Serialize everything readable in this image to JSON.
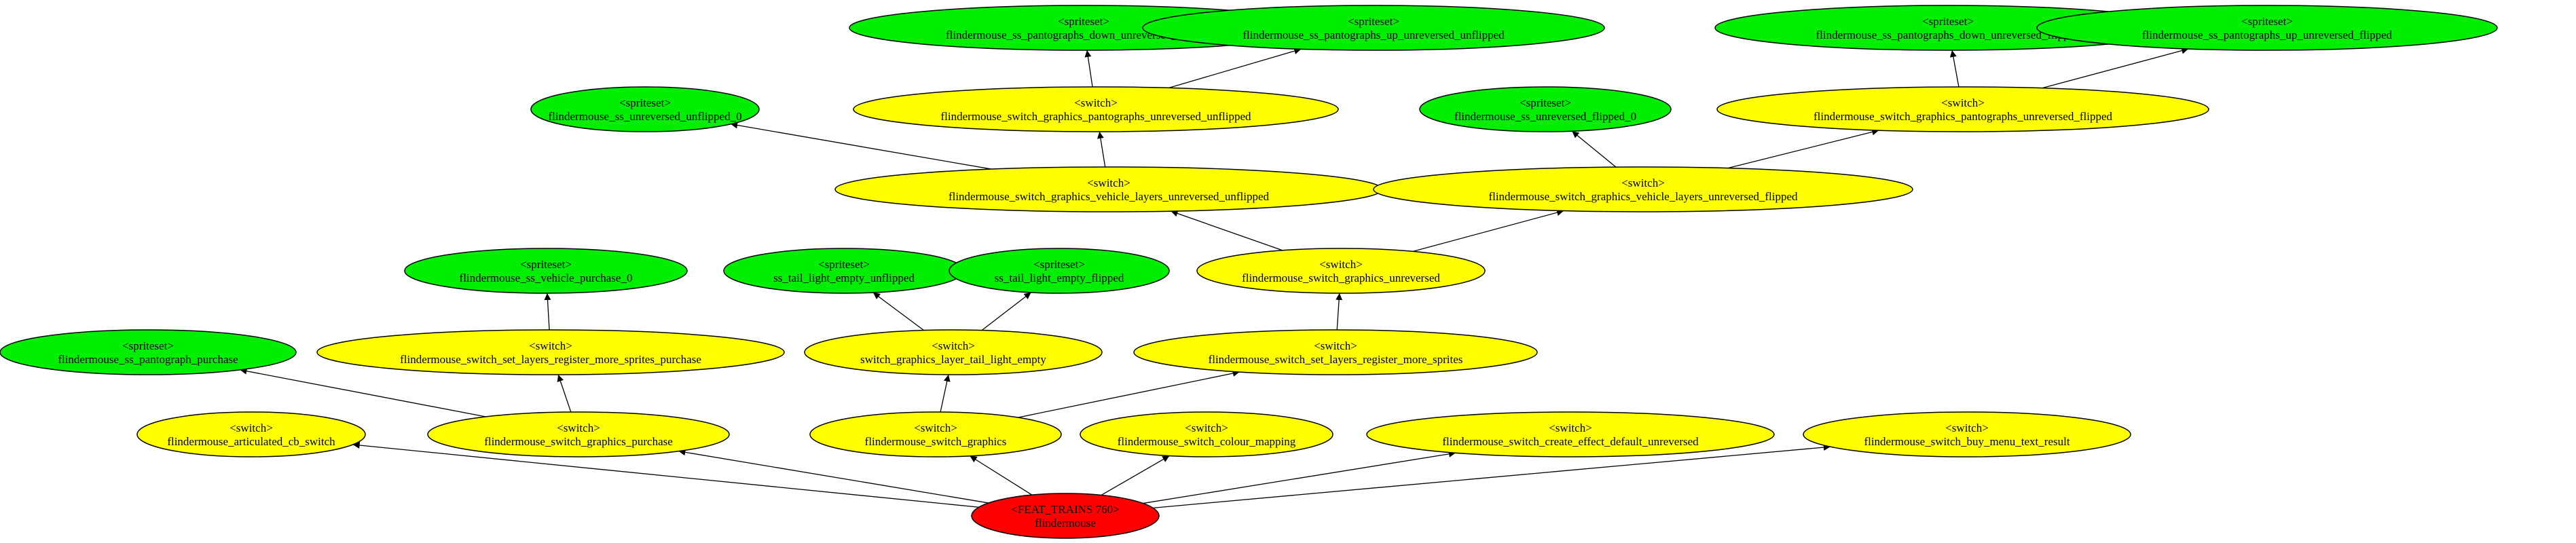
{
  "graph": {
    "nodes": [
      {
        "id": "n1",
        "kind": "<spriteset>",
        "label": "flindermouse_ss_pantographs_down_unreversed_unflipped",
        "color": "#00ee00"
      },
      {
        "id": "n2",
        "kind": "<spriteset>",
        "label": "flindermouse_ss_pantographs_up_unreversed_unflipped",
        "color": "#00ee00"
      },
      {
        "id": "n3",
        "kind": "<spriteset>",
        "label": "flindermouse_ss_pantographs_down_unreversed_flipped",
        "color": "#00ee00"
      },
      {
        "id": "n4",
        "kind": "<spriteset>",
        "label": "flindermouse_ss_pantographs_up_unreversed_flipped",
        "color": "#00ee00"
      },
      {
        "id": "n5",
        "kind": "<spriteset>",
        "label": "flindermouse_ss_unreversed_unflipped_0",
        "color": "#00ee00"
      },
      {
        "id": "n6",
        "kind": "<switch>",
        "label": "flindermouse_switch_graphics_pantographs_unreversed_unflipped",
        "color": "#ffff00"
      },
      {
        "id": "n7",
        "kind": "<spriteset>",
        "label": "flindermouse_ss_unreversed_flipped_0",
        "color": "#00ee00"
      },
      {
        "id": "n8",
        "kind": "<switch>",
        "label": "flindermouse_switch_graphics_pantographs_unreversed_flipped",
        "color": "#ffff00"
      },
      {
        "id": "n9",
        "kind": "<switch>",
        "label": "flindermouse_switch_graphics_vehicle_layers_unreversed_unflipped",
        "color": "#ffff00"
      },
      {
        "id": "n10",
        "kind": "<switch>",
        "label": "flindermouse_switch_graphics_vehicle_layers_unreversed_flipped",
        "color": "#ffff00"
      },
      {
        "id": "n11",
        "kind": "<spriteset>",
        "label": "flindermouse_ss_vehicle_purchase_0",
        "color": "#00ee00"
      },
      {
        "id": "n12",
        "kind": "<spriteset>",
        "label": "ss_tail_light_empty_unflipped",
        "color": "#00ee00"
      },
      {
        "id": "n13",
        "kind": "<spriteset>",
        "label": "ss_tail_light_empty_flipped",
        "color": "#00ee00"
      },
      {
        "id": "n14",
        "kind": "<switch>",
        "label": "flindermouse_switch_graphics_unreversed",
        "color": "#ffff00"
      },
      {
        "id": "n15",
        "kind": "<spriteset>",
        "label": "flindermouse_ss_pantograph_purchase",
        "color": "#00ee00"
      },
      {
        "id": "n16",
        "kind": "<switch>",
        "label": "flindermouse_switch_set_layers_register_more_sprites_purchase",
        "color": "#ffff00"
      },
      {
        "id": "n17",
        "kind": "<switch>",
        "label": "switch_graphics_layer_tail_light_empty",
        "color": "#ffff00"
      },
      {
        "id": "n18",
        "kind": "<switch>",
        "label": "flindermouse_switch_set_layers_register_more_sprites",
        "color": "#ffff00"
      },
      {
        "id": "n19",
        "kind": "<switch>",
        "label": "flindermouse_articulated_cb_switch",
        "color": "#ffff00"
      },
      {
        "id": "n20",
        "kind": "<switch>",
        "label": "flindermouse_switch_graphics_purchase",
        "color": "#ffff00"
      },
      {
        "id": "n21",
        "kind": "<switch>",
        "label": "flindermouse_switch_graphics",
        "color": "#ffff00"
      },
      {
        "id": "n22",
        "kind": "<switch>",
        "label": "flindermouse_switch_colour_mapping",
        "color": "#ffff00"
      },
      {
        "id": "n23",
        "kind": "<switch>",
        "label": "flindermouse_switch_create_effect_default_unreversed",
        "color": "#ffff00"
      },
      {
        "id": "n24",
        "kind": "<switch>",
        "label": "flindermouse_switch_buy_menu_text_result",
        "color": "#ffff00"
      },
      {
        "id": "n25",
        "kind": "<FEAT_TRAINS 760>",
        "label": "flindermouse",
        "color": "#ff0000"
      }
    ],
    "edges": [
      [
        "n6",
        "n1"
      ],
      [
        "n6",
        "n2"
      ],
      [
        "n8",
        "n3"
      ],
      [
        "n8",
        "n4"
      ],
      [
        "n9",
        "n5"
      ],
      [
        "n9",
        "n6"
      ],
      [
        "n10",
        "n7"
      ],
      [
        "n10",
        "n8"
      ],
      [
        "n14",
        "n9"
      ],
      [
        "n14",
        "n10"
      ],
      [
        "n16",
        "n11"
      ],
      [
        "n17",
        "n12"
      ],
      [
        "n17",
        "n13"
      ],
      [
        "n18",
        "n14"
      ],
      [
        "n20",
        "n15"
      ],
      [
        "n20",
        "n16"
      ],
      [
        "n21",
        "n17"
      ],
      [
        "n21",
        "n18"
      ],
      [
        "n25",
        "n19"
      ],
      [
        "n25",
        "n20"
      ],
      [
        "n25",
        "n21"
      ],
      [
        "n25",
        "n22"
      ],
      [
        "n25",
        "n23"
      ],
      [
        "n25",
        "n24"
      ]
    ]
  }
}
